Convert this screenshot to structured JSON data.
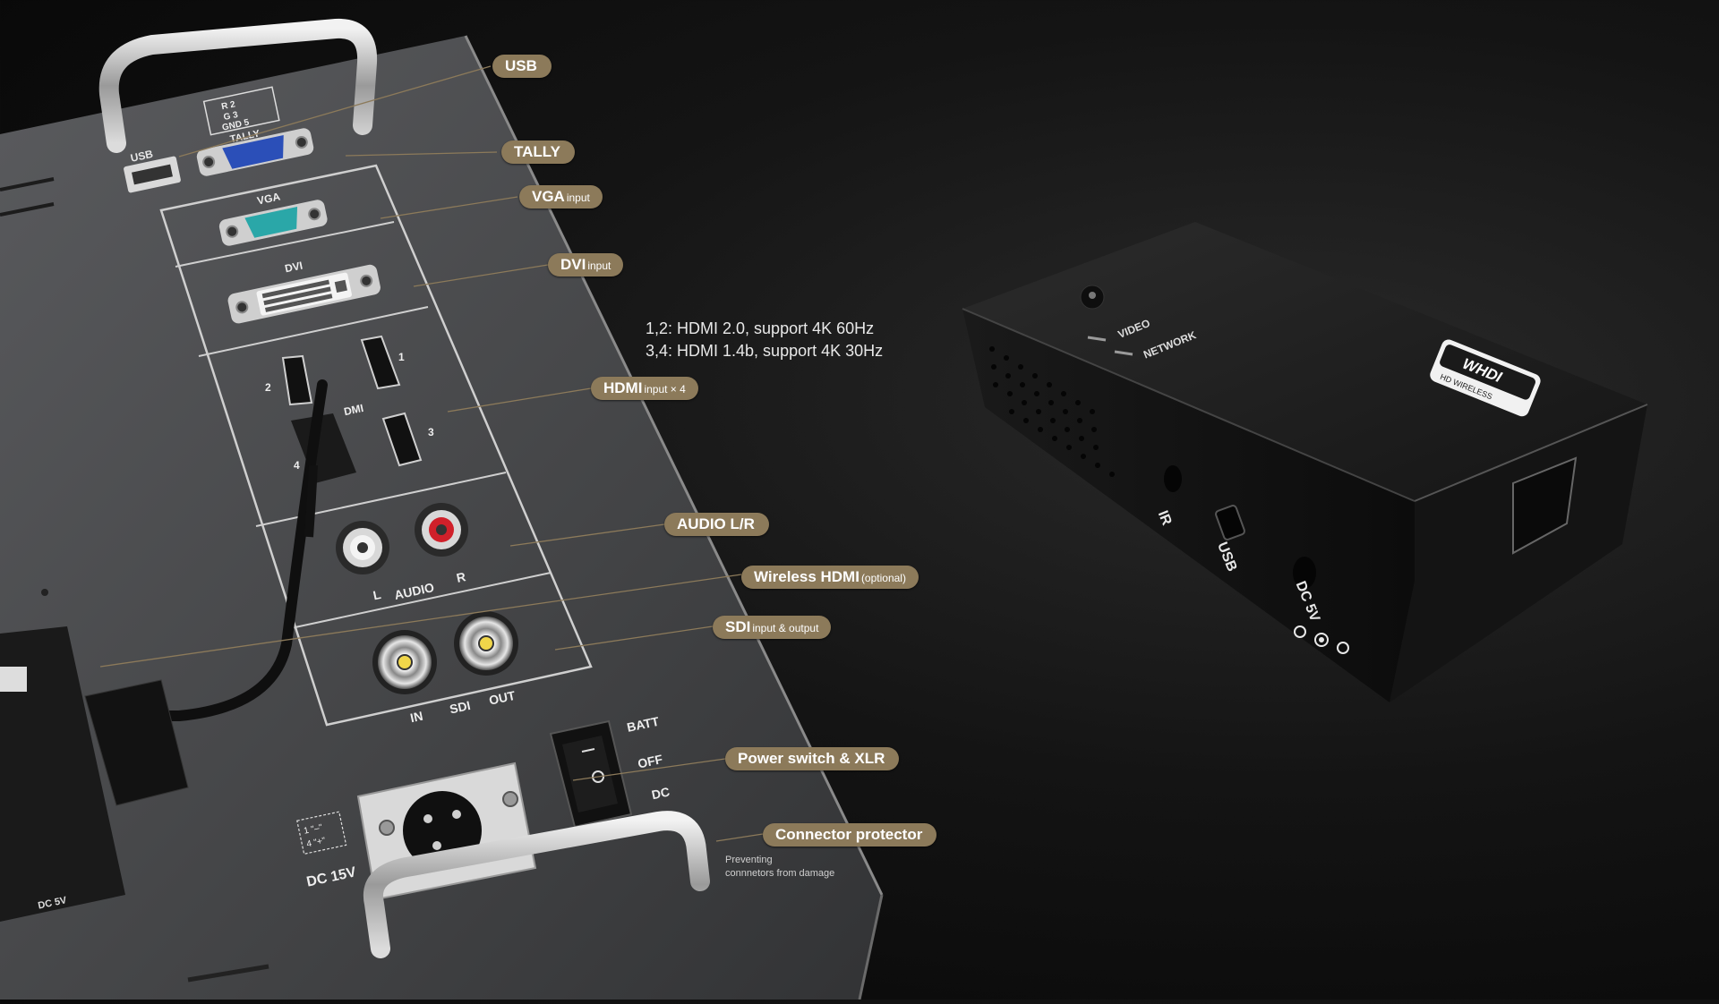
{
  "callouts": {
    "usb": {
      "label": "USB",
      "sub": ""
    },
    "tally": {
      "label": "TALLY",
      "sub": ""
    },
    "vga": {
      "label": "VGA",
      "sub": "input"
    },
    "dvi": {
      "label": "DVI",
      "sub": "input"
    },
    "hdmi": {
      "label": "HDMI",
      "sub": "input × 4"
    },
    "audio": {
      "label": "AUDIO L/R",
      "sub": ""
    },
    "wireless": {
      "label": "Wireless HDMI",
      "sub": "(optional)"
    },
    "sdi": {
      "label": "SDI",
      "sub": "input & output"
    },
    "power": {
      "label": "Power switch & XLR",
      "sub": ""
    },
    "protector": {
      "label": "Connector protector",
      "sub": ""
    }
  },
  "hdmi_note": {
    "line1": "1,2: HDMI 2.0, support 4K 60Hz",
    "line2": "3,4: HDMI 1.4b, support 4K 30Hz"
  },
  "protector_note": {
    "line1": "Preventing",
    "line2": "connnetors from damage"
  },
  "panel_labels": {
    "usb": "USB",
    "tally_r": "R  2",
    "tally_g": "G  3",
    "tally_gnd": "GND 5",
    "tally": "TALLY",
    "vga": "VGA",
    "dvi": "DVI",
    "hdmi_1": "1",
    "hdmi_2": "2",
    "hdmi_3": "3",
    "hdmi_4": "4",
    "hdmi_mid": "DMI",
    "audio_l": "L",
    "audio": "AUDIO",
    "audio_r": "R",
    "sdi_in": "IN",
    "sdi": "SDI",
    "sdi_out": "OUT",
    "batt": "BATT",
    "off": "OFF",
    "dc": "DC",
    "dc15": "DC 15V",
    "xlr_pin1": "1 \"–\"",
    "xlr_pin4": "4 \"+\"",
    "small_box_dc": "DC 5V"
  },
  "receiver_labels": {
    "video": "VIDEO",
    "network": "NETWORK",
    "brand": "WHDI",
    "brand_sub": "HD WIRELESS",
    "ir": "IR",
    "usb": "USB",
    "dc": "DC 5V"
  },
  "colors": {
    "callout_bg": "#8c7a5a",
    "panel": "#48494b",
    "vga_port": "#2aa7a8",
    "tally_port": "#2b4fb8",
    "audio_red": "#d0202a"
  }
}
